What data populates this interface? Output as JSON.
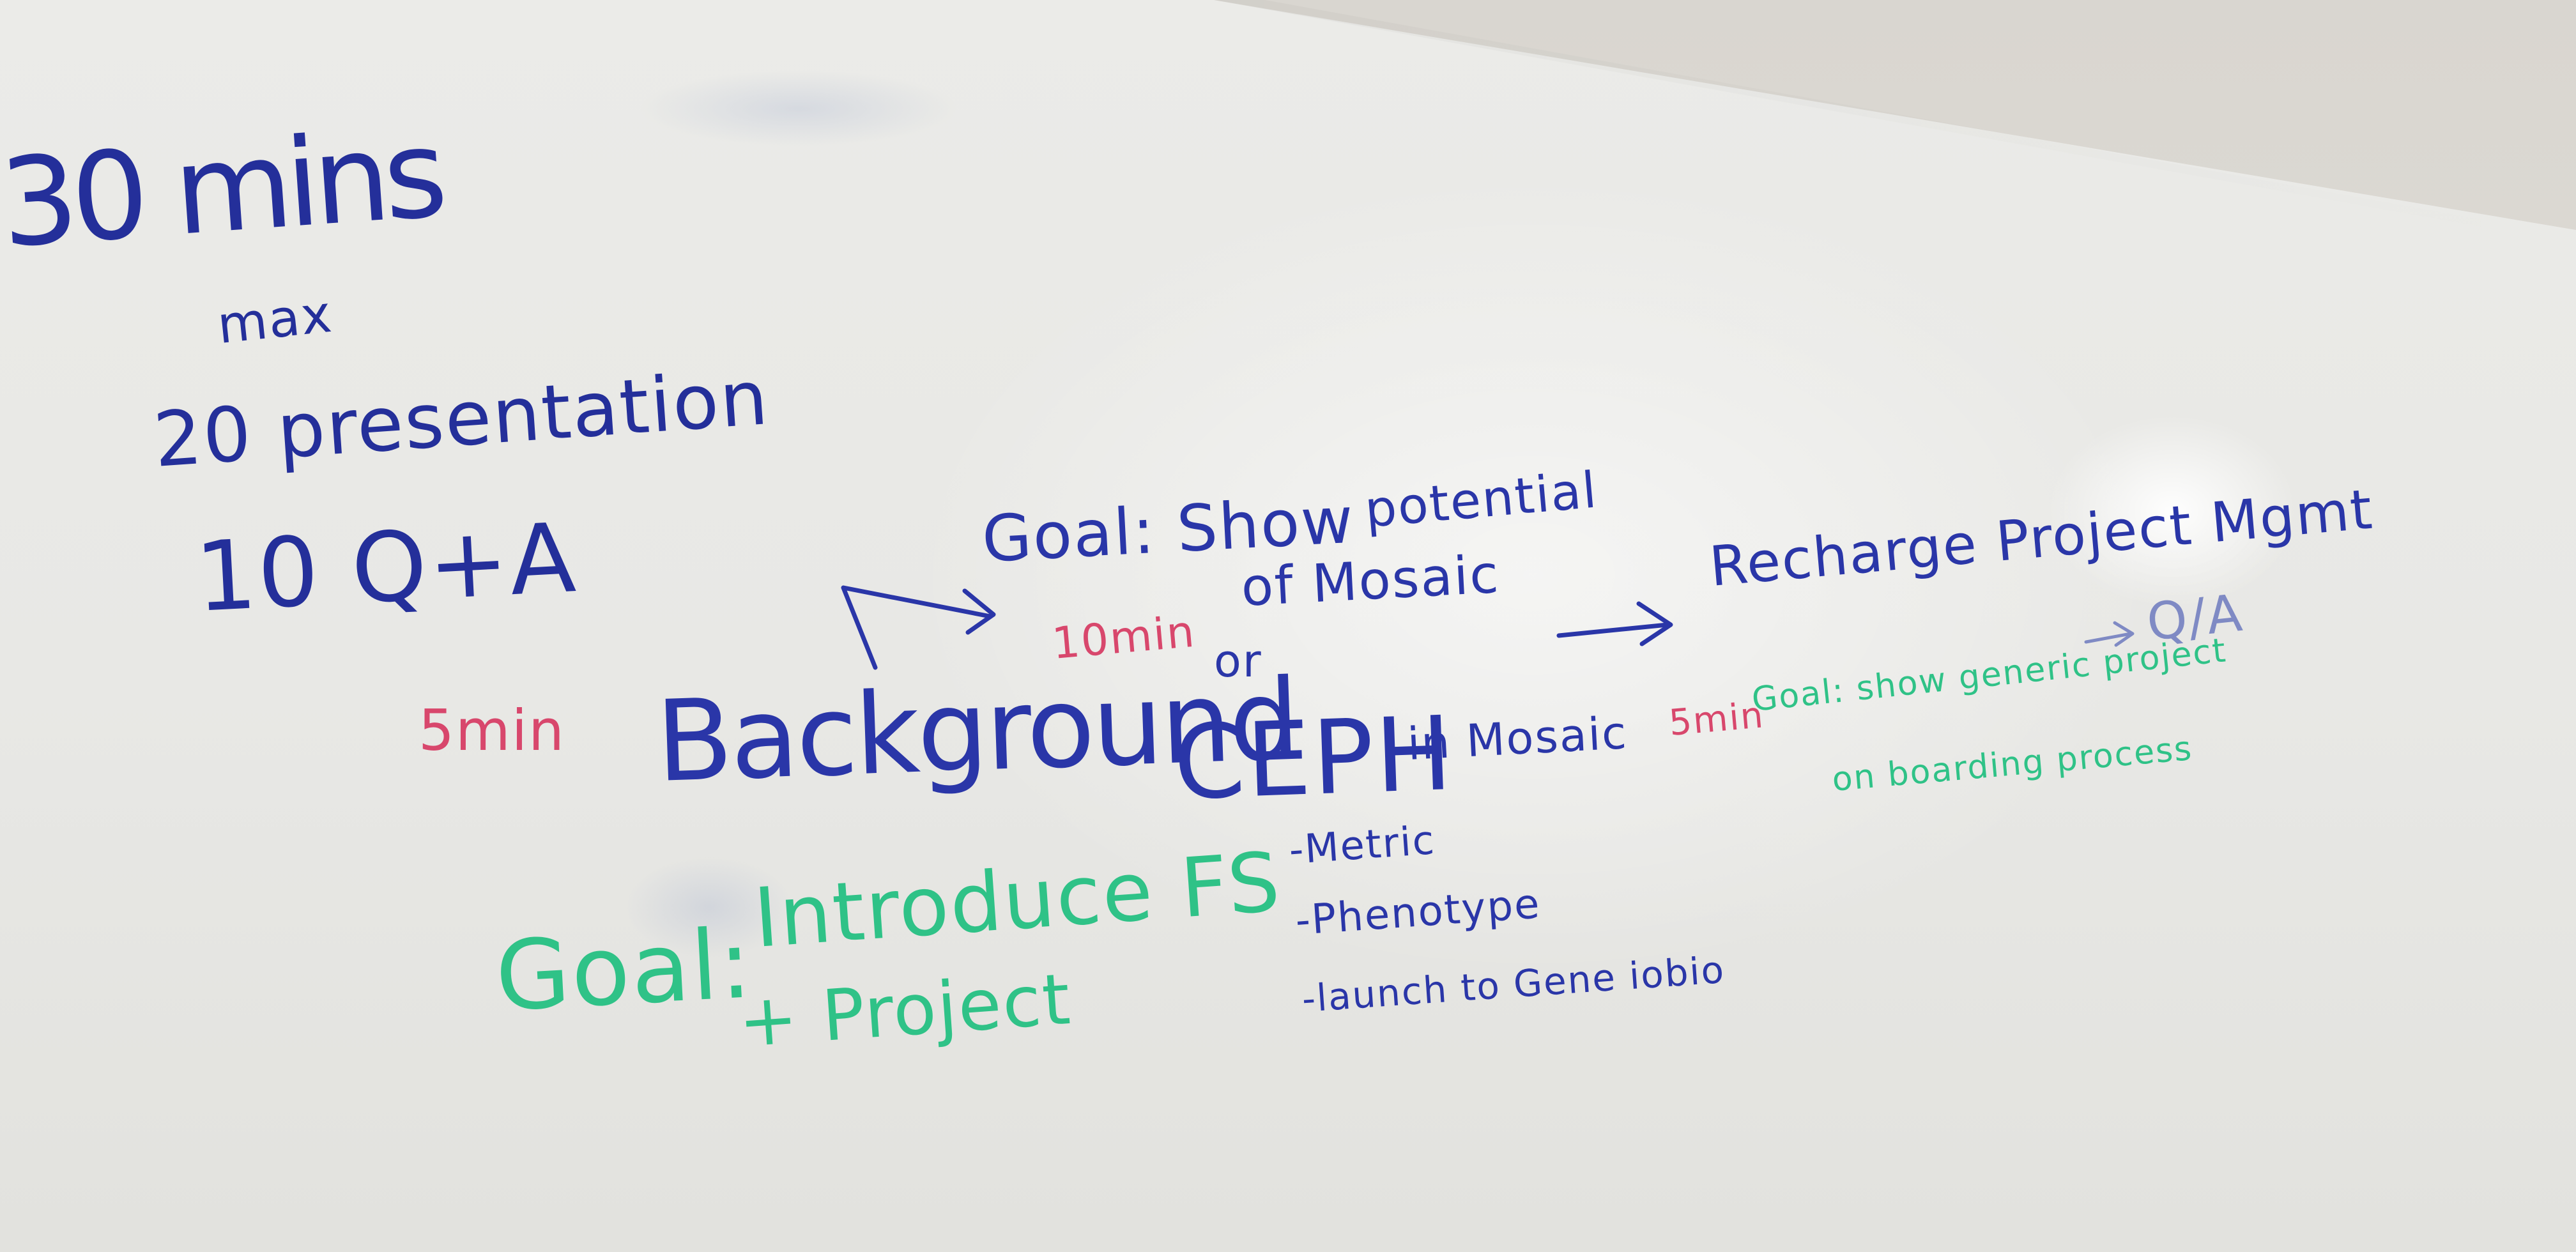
{
  "whiteboard": {
    "time_limit": "30 mins",
    "time_limit_note": "max",
    "presentation_time": "20 presentation",
    "qa_time": "10 Q+A",
    "background_section": {
      "duration": "5min",
      "title": "Background",
      "goal_label": "Goal:",
      "goal_line1": "Introduce FS",
      "goal_line2": "+ Project"
    },
    "mosaic_section": {
      "duration": "10min",
      "goal_line1": "Goal: Show",
      "goal_potential": "potential",
      "goal_line2": "of Mosaic",
      "connector": "or",
      "title": "CEPH",
      "title_suffix": "in Mosaic",
      "bullets": [
        "-Metric",
        "-Phenotype",
        "-launch to Gene iobio"
      ]
    },
    "recharge_section": {
      "title": "Recharge Project Mgmt",
      "duration": "5min",
      "goal_line1": "Goal: show generic project",
      "goal_line2": "on boarding process"
    },
    "final_step": "Q/A"
  },
  "ink_colors": {
    "blue": "#2a36a8",
    "red": "#d8476c",
    "green": "#2fc287",
    "faint_blue": "#7f8ac4"
  }
}
